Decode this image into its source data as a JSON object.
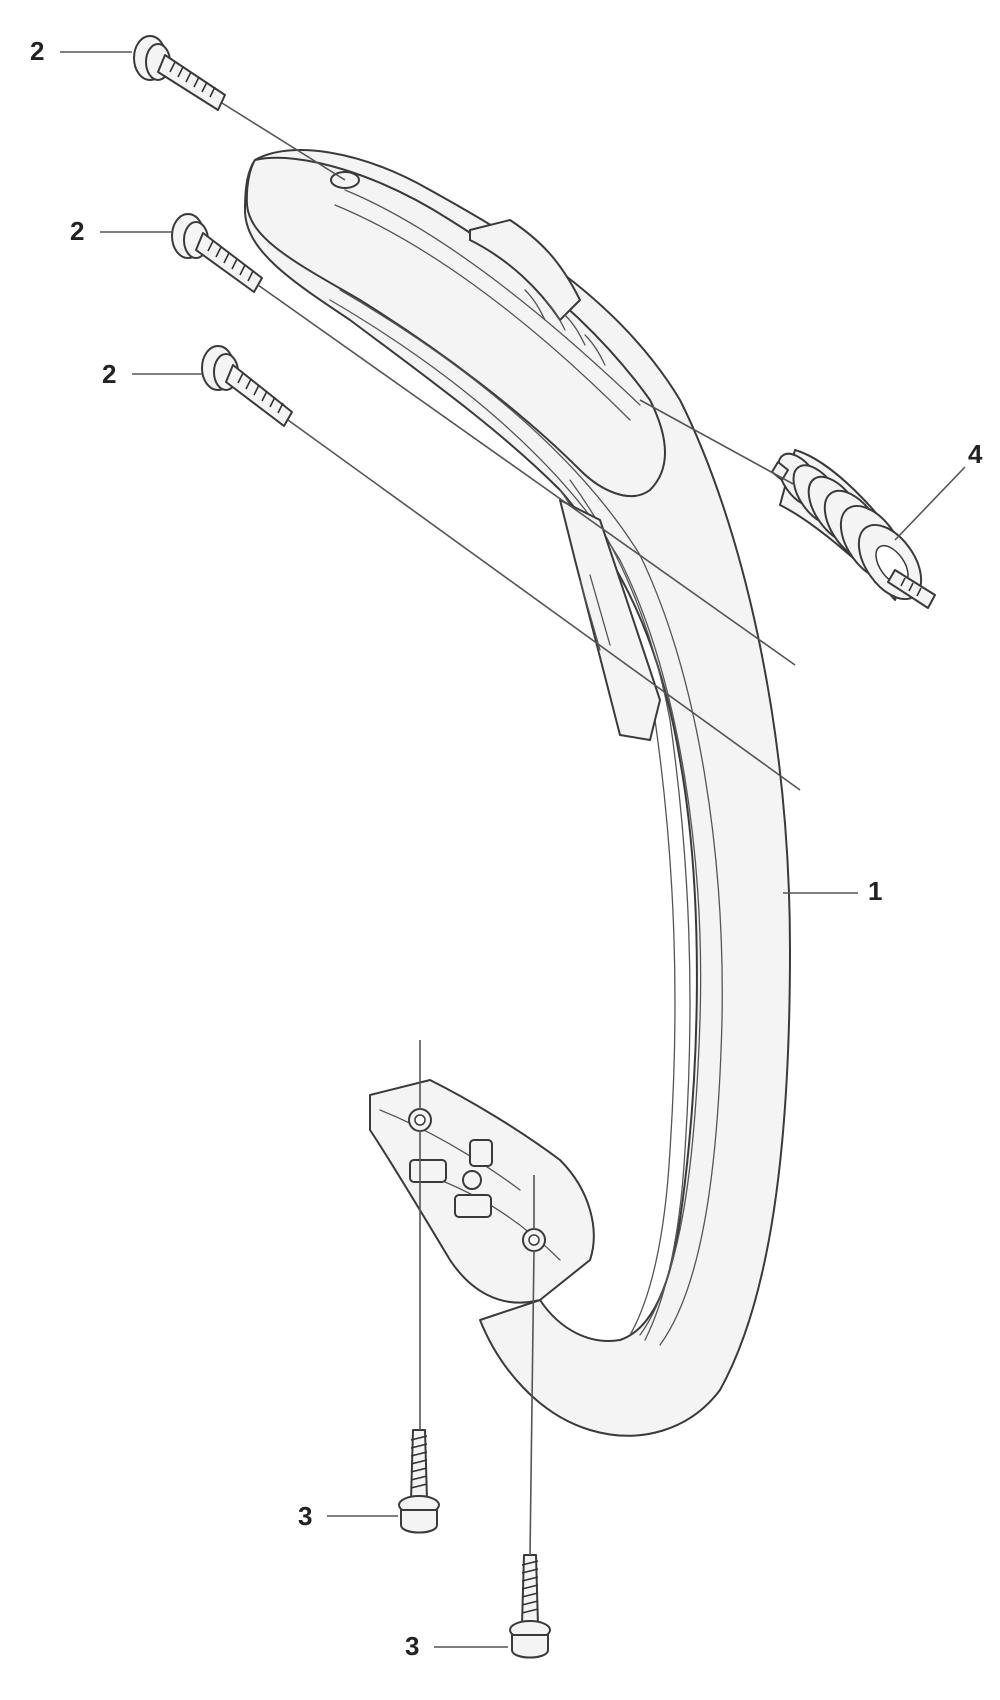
{
  "diagram": {
    "callouts": [
      {
        "id": "c2a",
        "label": "2"
      },
      {
        "id": "c2b",
        "label": "2"
      },
      {
        "id": "c2c",
        "label": "2"
      },
      {
        "id": "c4",
        "label": "4"
      },
      {
        "id": "c1",
        "label": "1"
      },
      {
        "id": "c3a",
        "label": "3"
      },
      {
        "id": "c3b",
        "label": "3"
      }
    ],
    "parts": {
      "handle": "1",
      "screw_top": "2",
      "screw_bottom": "3",
      "damper_spring": "4"
    },
    "colors": {
      "line": "#3a3a3a",
      "fill": "#f4f4f4",
      "background": "#ffffff"
    }
  }
}
